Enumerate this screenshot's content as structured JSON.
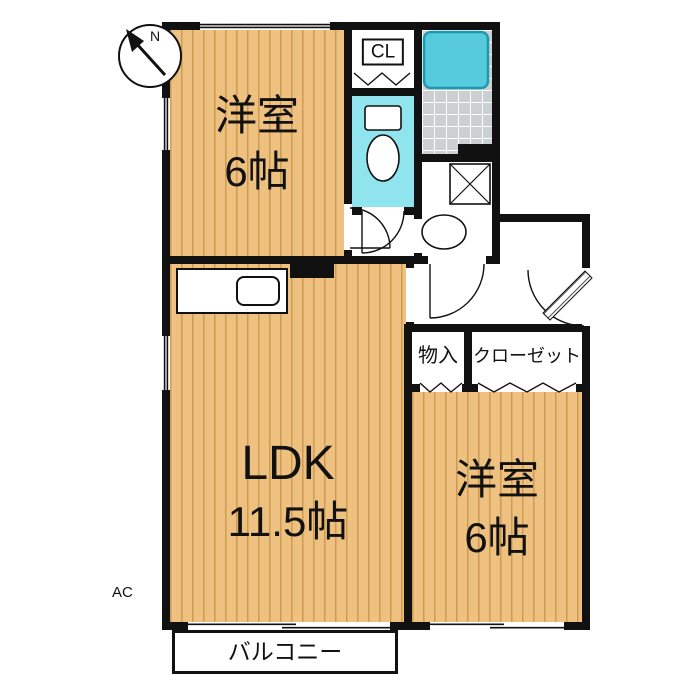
{
  "compass": {
    "north": "N"
  },
  "rooms": {
    "bedroom1": {
      "name": "洋室",
      "size": "6帖"
    },
    "cl": {
      "label": "CL"
    },
    "ldk": {
      "name": "LDK",
      "size": "11.5帖"
    },
    "bedroom2": {
      "name": "洋室",
      "size": "6帖"
    },
    "storage": {
      "label": "物入"
    },
    "closet": {
      "label": "クローゼット"
    },
    "balcony": {
      "label": "バルコニー"
    }
  },
  "annotations": {
    "ac": "AC"
  },
  "colors": {
    "wall": "#111111",
    "flooring": "#EEC180",
    "flooring_stripe": "#CE9C50",
    "wet_floor": "#8FE4EE",
    "bathtub_fill": "#57CBDE",
    "bathtub_stroke": "#1E9AB0",
    "tile_floor": "#CDD0D2"
  }
}
